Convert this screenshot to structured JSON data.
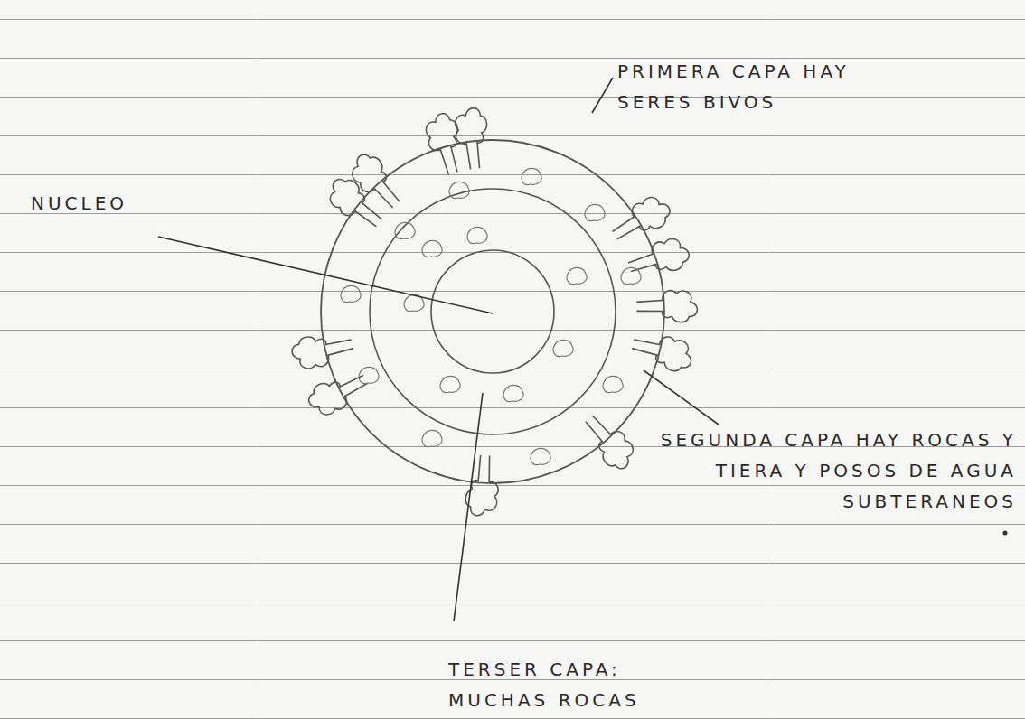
{
  "diagram": {
    "labels": [
      "PRIMERA CAPA HAY SERES BIVOS",
      "NUCLEO",
      "SEGUNDA CAPA HAY ROCAS Y TIERA Y POSOS DE AGUA SUBTERANEOS",
      "TERSER CAPA: MUCHAS ROCAS"
    ]
  }
}
